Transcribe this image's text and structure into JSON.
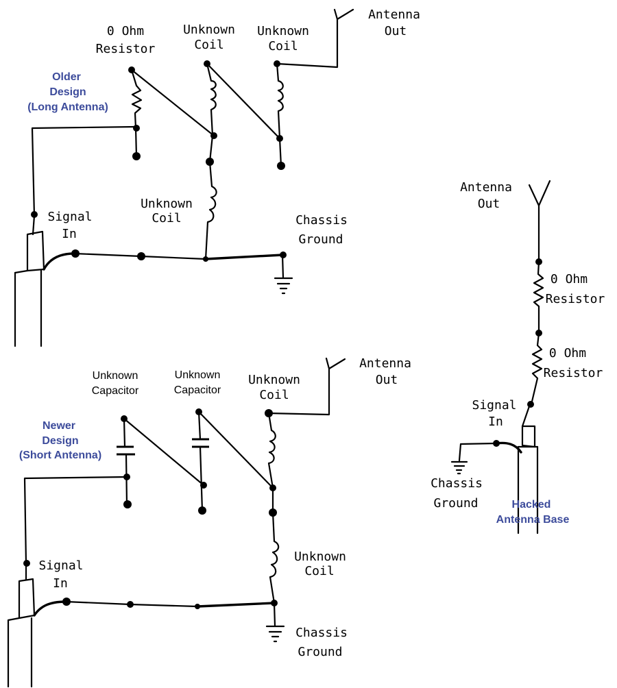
{
  "colors": {
    "ink": "#000000",
    "note": "#3c4b9b"
  },
  "older": {
    "resistor_label": [
      "0 Ohm",
      "Resistor"
    ],
    "coil1_label": [
      "Unknown",
      "Coil"
    ],
    "coil2_label": [
      "Unknown",
      "Coil"
    ],
    "antenna_label": [
      "Antenna",
      "Out"
    ],
    "note": [
      "Older",
      "Design",
      "(Long Antenna)"
    ],
    "signal_label": [
      "Signal",
      "In"
    ],
    "coil3_label": [
      "Unknown",
      "Coil"
    ],
    "ground_label": [
      "Chassis",
      "Ground"
    ]
  },
  "newer": {
    "cap1_label": [
      "Unknown",
      "Capacitor"
    ],
    "cap2_label": [
      "Unknown",
      "Capacitor"
    ],
    "coil1_label": [
      "Unknown",
      "Coil"
    ],
    "antenna_label": [
      "Antenna",
      "Out"
    ],
    "note": [
      "Newer",
      "Design",
      "(Short Antenna)"
    ],
    "signal_label": [
      "Signal",
      "In"
    ],
    "coil2_label": [
      "Unknown",
      "Coil"
    ],
    "ground_label": [
      "Chassis",
      "Ground"
    ]
  },
  "hacked": {
    "antenna_label": [
      "Antenna",
      "Out"
    ],
    "resistor1_label": [
      "0 Ohm",
      "Resistor"
    ],
    "resistor2_label": [
      "0 Ohm",
      "Resistor"
    ],
    "signal_label": [
      "Signal",
      "In"
    ],
    "ground_label": [
      "Chassis",
      "Ground"
    ],
    "note": [
      "Hacked",
      "Antenna Base"
    ]
  }
}
